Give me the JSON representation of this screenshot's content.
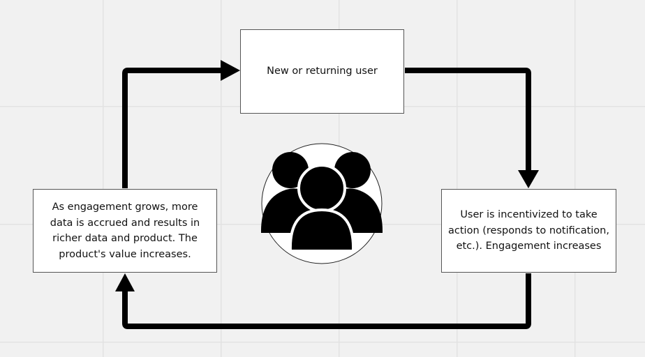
{
  "diagram": {
    "nodes": {
      "top": {
        "label": "New or returning user"
      },
      "right": {
        "label": "User is incentivized to take action (responds to notification, etc.). Engagement increases"
      },
      "left": {
        "label": "As engagement grows, more data is accrued and results in richer data and product. The product's value increases."
      }
    },
    "center_icon": "users-group-icon",
    "edges": [
      {
        "from": "left",
        "to": "top"
      },
      {
        "from": "top",
        "to": "right"
      },
      {
        "from": "right",
        "to": "left"
      }
    ]
  },
  "colors": {
    "canvas_background": "#f1f1f1",
    "grid_line": "#e2e2e2",
    "node_fill": "#ffffff",
    "node_border": "#555555",
    "arrow": "#000000",
    "icon": "#000000"
  }
}
